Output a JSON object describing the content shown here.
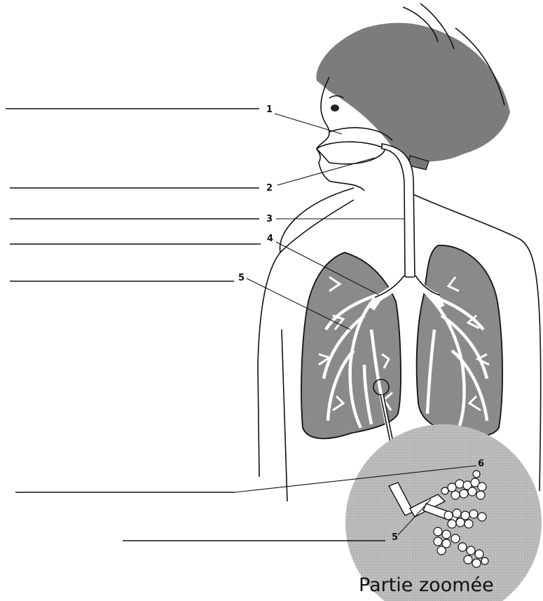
{
  "labels": {
    "l1": "1",
    "l2": "2",
    "l3": "3",
    "l4": "4",
    "l5": "5",
    "l6": "6",
    "l5b": "5"
  },
  "zoom_caption": "Partie zoomée",
  "colors": {
    "line": "#111111",
    "lung": "#8a8a8a",
    "hair": "#6f6f6f",
    "zoom_bg": "#b9b9b9",
    "airway": "#ffffff"
  }
}
